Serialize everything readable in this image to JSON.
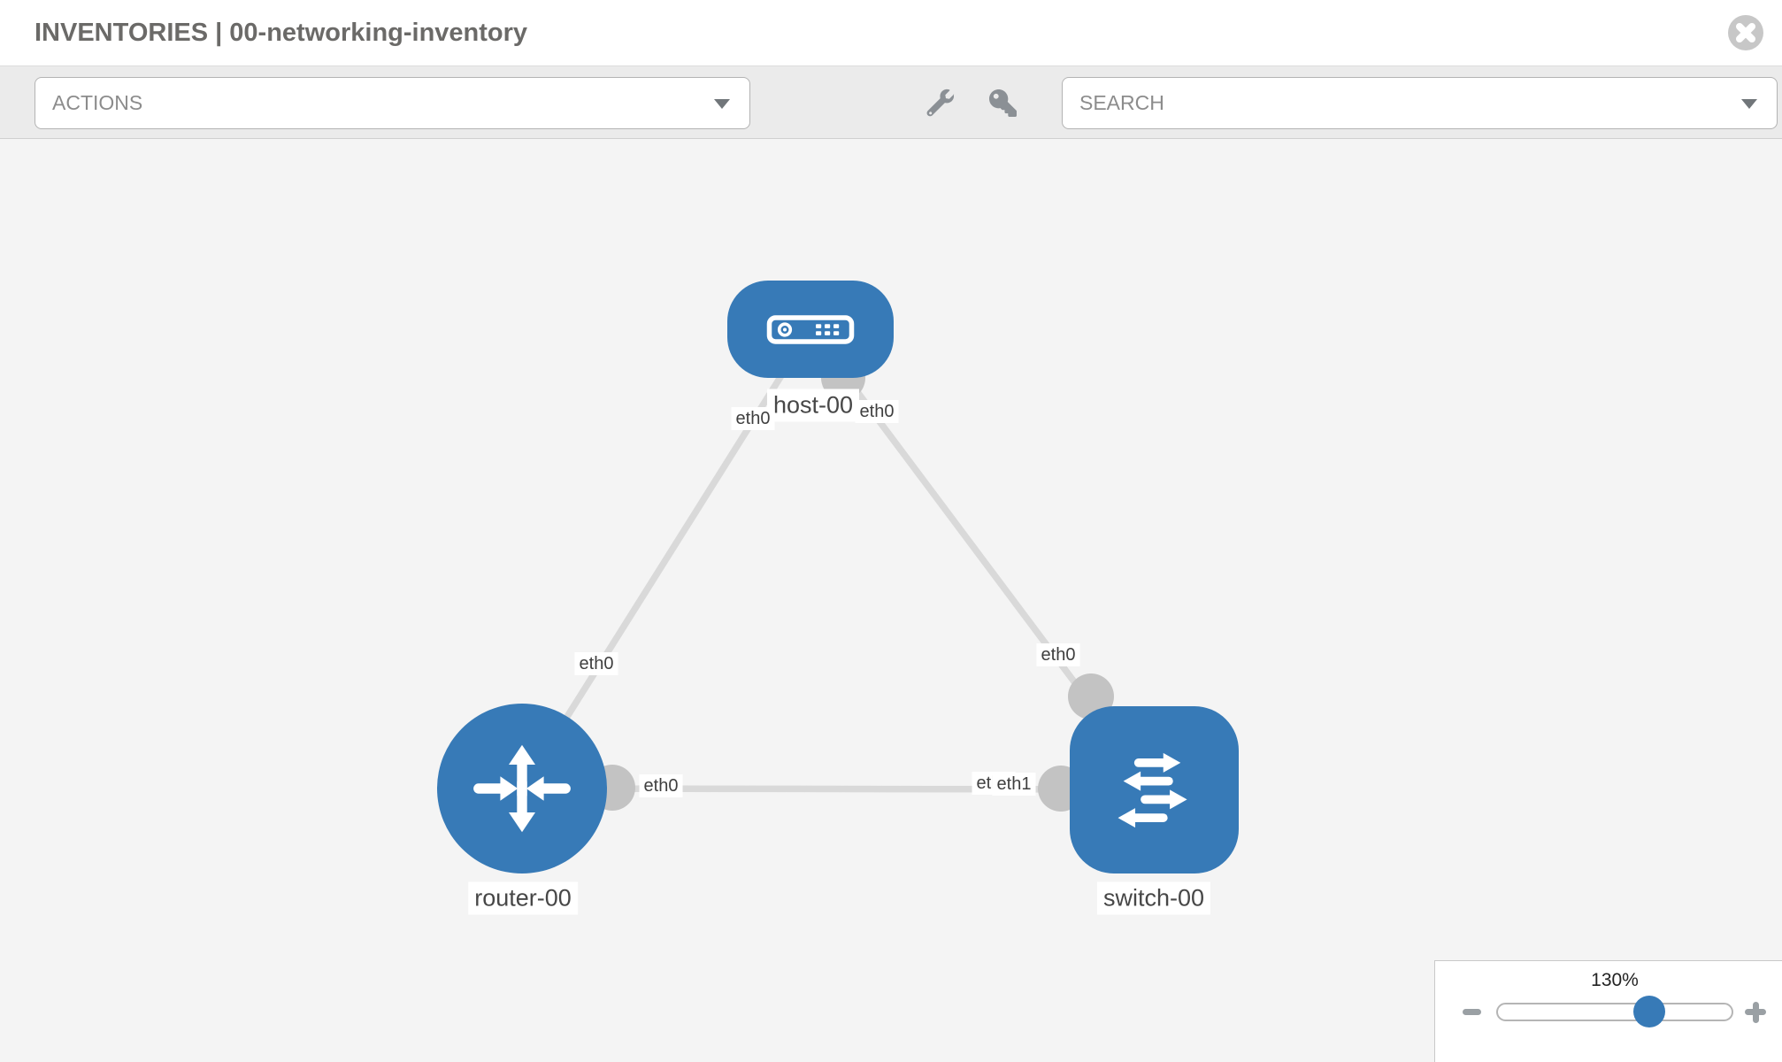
{
  "header": {
    "title": "INVENTORIES | 00-networking-inventory",
    "close_icon": "close-circle-icon"
  },
  "toolbar": {
    "actions_label": "ACTIONS",
    "search_label": "SEARCH",
    "icons": [
      "wrench-icon",
      "key-icon"
    ],
    "caret_icon": "chevron-down-icon"
  },
  "topology": {
    "nodes": [
      {
        "id": "host-00",
        "label": "host-00",
        "type": "host",
        "icon": "host-icon"
      },
      {
        "id": "router-00",
        "label": "router-00",
        "type": "router",
        "icon": "router-icon"
      },
      {
        "id": "switch-00",
        "label": "switch-00",
        "type": "switch",
        "icon": "switch-icon"
      }
    ],
    "edges": [
      {
        "from": "router-00",
        "to": "host-00",
        "from_interface": "eth0",
        "to_interface": "eth0"
      },
      {
        "from": "switch-00",
        "to": "host-00",
        "from_interface": "eth0",
        "to_interface": "eth0"
      },
      {
        "from": "router-00",
        "to": "switch-00",
        "from_interface": "eth0",
        "to_interface": "eth1"
      }
    ],
    "interface_labels": {
      "host_left": "eth0",
      "host_right": "eth0",
      "router_top": "eth0",
      "router_right": "eth0",
      "switch_top": "eth0",
      "switch_left_back": "eth0",
      "switch_left_front": "eth1"
    }
  },
  "zoom_panel": {
    "value": "130%",
    "zoom_out_icon": "minus-icon",
    "zoom_in_icon": "plus-icon"
  },
  "colors": {
    "node_blue": "#377ab7",
    "edge": "#d9d9d9",
    "dot": "#c3c3c3",
    "canvas": "#f4f4f4",
    "toolbar": "#ebebeb",
    "thumb": "#377ab7"
  }
}
